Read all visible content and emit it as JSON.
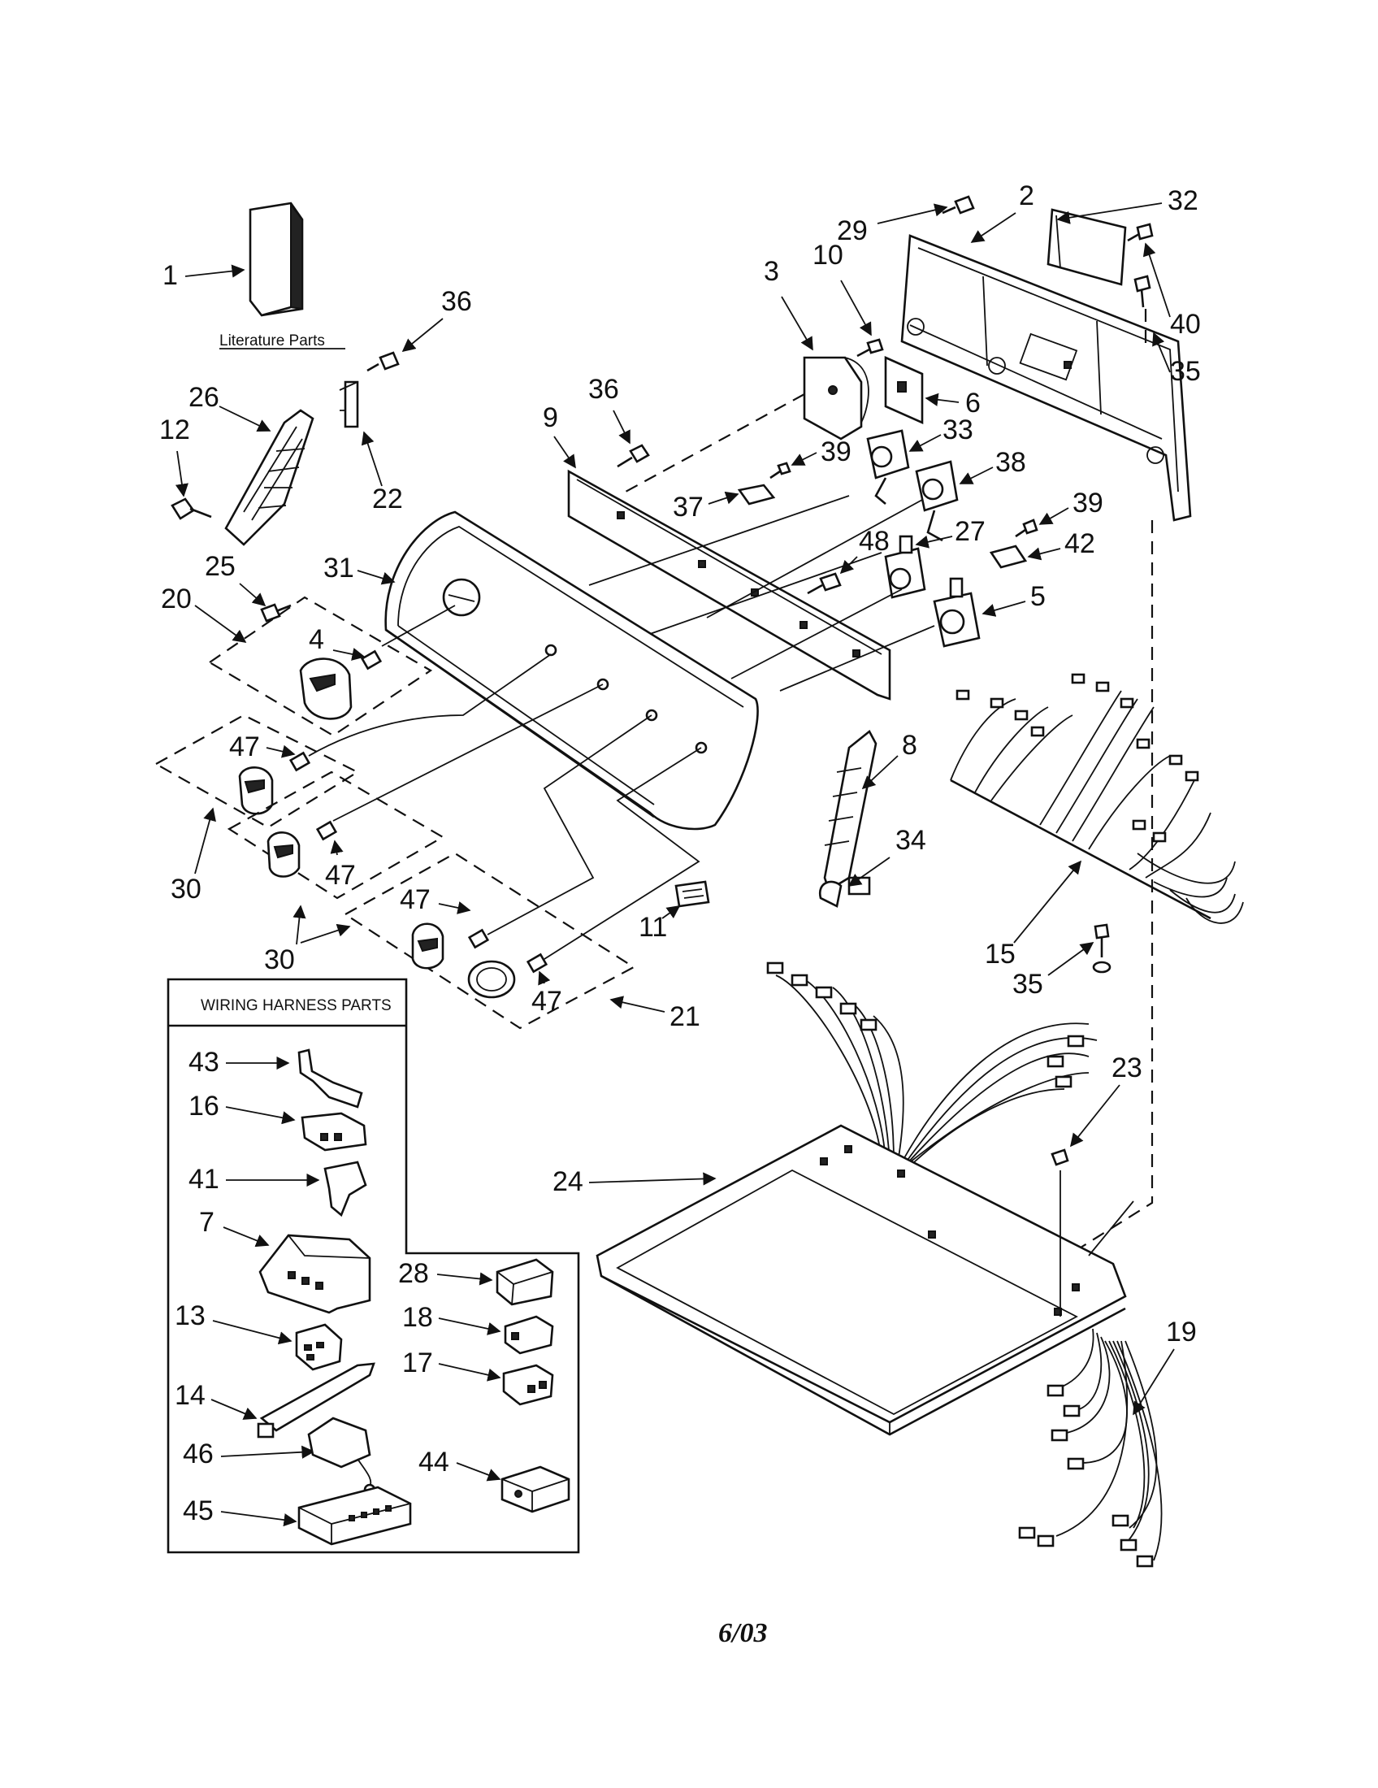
{
  "diagram": {
    "literature_label": "Literature Parts",
    "wiring_box_title": "WIRING HARNESS PARTS",
    "footer_date": "6/03",
    "callouts": {
      "c1": "1",
      "c2": "2",
      "c3": "3",
      "c4": "4",
      "c5": "5",
      "c6": "6",
      "c7": "7",
      "c8": "8",
      "c9": "9",
      "c10": "10",
      "c11": "11",
      "c12": "12",
      "c13": "13",
      "c14": "14",
      "c15": "15",
      "c16": "16",
      "c17": "17",
      "c18": "18",
      "c19": "19",
      "c20": "20",
      "c21": "21",
      "c22": "22",
      "c23": "23",
      "c24": "24",
      "c25": "25",
      "c26": "26",
      "c27": "27",
      "c28": "28",
      "c29": "29",
      "c30a": "30",
      "c30b": "30",
      "c31": "31",
      "c32": "32",
      "c33": "33",
      "c34": "34",
      "c35a": "35",
      "c35b": "35",
      "c36a": "36",
      "c36b": "36",
      "c37": "37",
      "c38": "38",
      "c39a": "39",
      "c39b": "39",
      "c40": "40",
      "c41": "41",
      "c42": "42",
      "c43": "43",
      "c44": "44",
      "c45": "45",
      "c46": "46",
      "c47a": "47",
      "c47b": "47",
      "c47c": "47",
      "c47d": "47",
      "c48": "48"
    }
  }
}
